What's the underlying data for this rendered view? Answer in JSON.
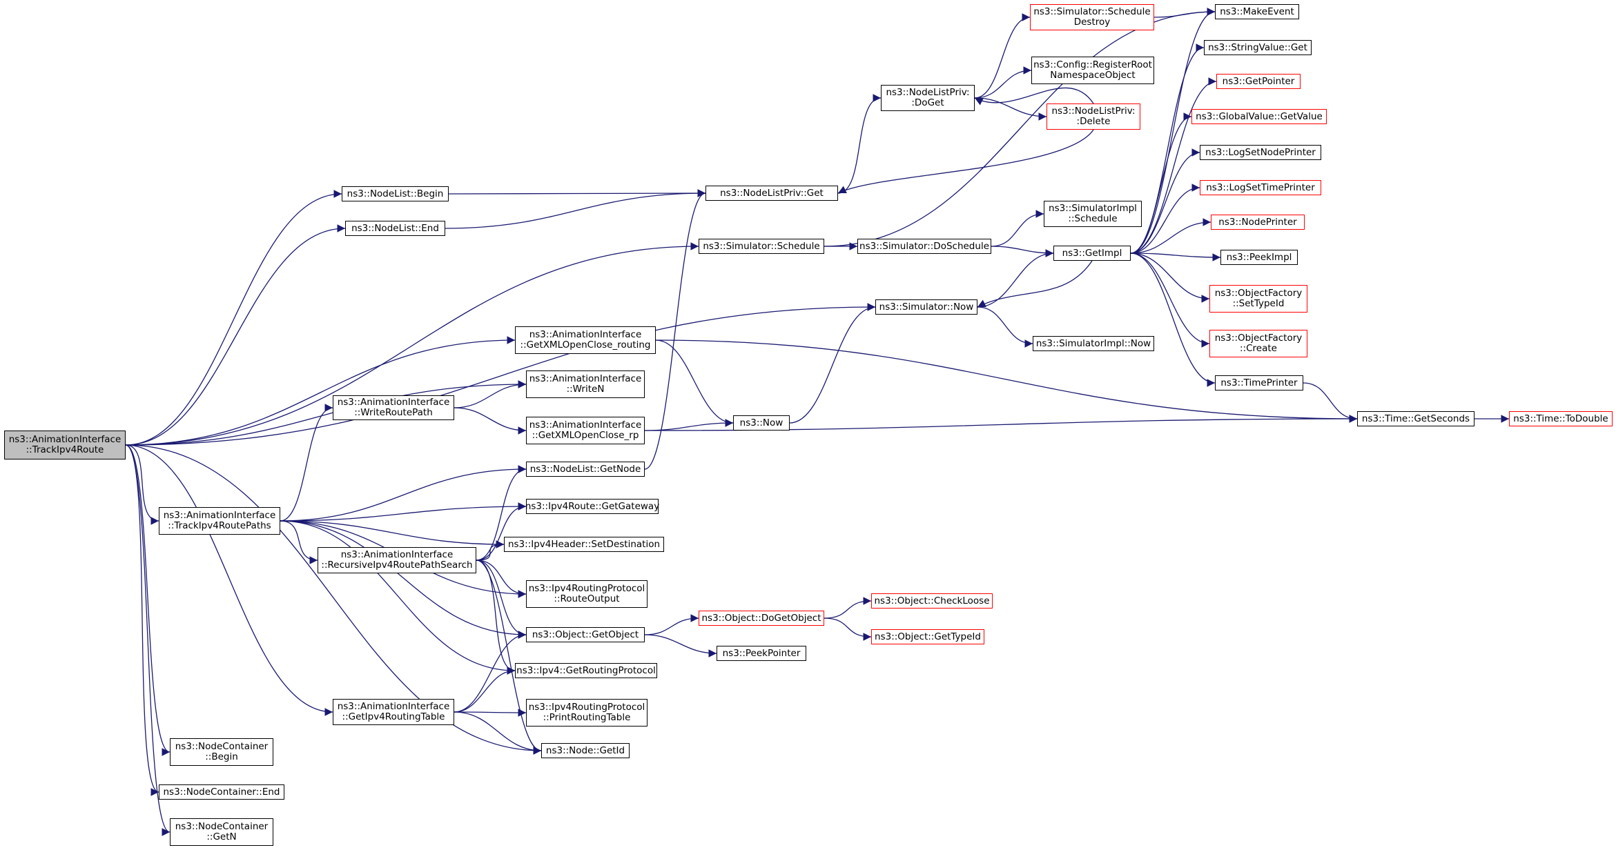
{
  "graph": {
    "edge_color": "#191970",
    "truncated_color": "#ff0000",
    "root_fill": "#bfbfbf",
    "nodes": [
      {
        "id": "root",
        "lines": [
          "ns3::AnimationInterface",
          "::TrackIpv4Route"
        ],
        "root": true
      },
      {
        "id": "nl_begin",
        "lines": [
          "ns3::NodeList::Begin"
        ]
      },
      {
        "id": "nl_end",
        "lines": [
          "ns3::NodeList::End"
        ]
      },
      {
        "id": "sim_schedule",
        "lines": [
          "ns3::Simulator::Schedule"
        ]
      },
      {
        "id": "sim_now",
        "lines": [
          "ns3::Simulator::Now"
        ]
      },
      {
        "id": "ai_xml_routing",
        "lines": [
          "ns3::AnimationInterface",
          "::GetXMLOpenClose_routing"
        ]
      },
      {
        "id": "ai_writen",
        "lines": [
          "ns3::AnimationInterface",
          "::WriteN"
        ]
      },
      {
        "id": "ai_writeroutepath",
        "lines": [
          "ns3::AnimationInterface",
          "::WriteRoutePath"
        ]
      },
      {
        "id": "ai_xml_rp",
        "lines": [
          "ns3::AnimationInterface",
          "::GetXMLOpenClose_rp"
        ]
      },
      {
        "id": "now",
        "lines": [
          "ns3::Now"
        ]
      },
      {
        "id": "nl_getnode",
        "lines": [
          "ns3::NodeList::GetNode"
        ]
      },
      {
        "id": "ai_trackpaths",
        "lines": [
          "ns3::AnimationInterface",
          "::TrackIpv4RoutePaths"
        ]
      },
      {
        "id": "ipv4route_gw",
        "lines": [
          "ns3::Ipv4Route::GetGateway"
        ]
      },
      {
        "id": "ipv4hdr_setdest",
        "lines": [
          "ns3::Ipv4Header::SetDestination"
        ]
      },
      {
        "id": "ai_recursive",
        "lines": [
          "ns3::AnimationInterface",
          "::RecursiveIpv4RoutePathSearch"
        ]
      },
      {
        "id": "rp_routeoutput",
        "lines": [
          "ns3::Ipv4RoutingProtocol",
          "::RouteOutput"
        ]
      },
      {
        "id": "obj_getobject",
        "lines": [
          "ns3::Object::GetObject"
        ]
      },
      {
        "id": "ipv4_getrp",
        "lines": [
          "ns3::Ipv4::GetRoutingProtocol"
        ]
      },
      {
        "id": "ai_getrt",
        "lines": [
          "ns3::AnimationInterface",
          "::GetIpv4RoutingTable"
        ]
      },
      {
        "id": "rp_printrt",
        "lines": [
          "ns3::Ipv4RoutingProtocol",
          "::PrintRoutingTable"
        ]
      },
      {
        "id": "node_getid",
        "lines": [
          "ns3::Node::GetId"
        ]
      },
      {
        "id": "nc_begin",
        "lines": [
          "ns3::NodeContainer",
          "::Begin"
        ]
      },
      {
        "id": "nc_end",
        "lines": [
          "ns3::NodeContainer::End"
        ]
      },
      {
        "id": "nc_getn",
        "lines": [
          "ns3::NodeContainer",
          "::GetN"
        ]
      },
      {
        "id": "nlp_get",
        "lines": [
          "ns3::NodeListPriv::Get"
        ]
      },
      {
        "id": "nlp_doget",
        "lines": [
          "ns3::NodeListPriv:",
          ":DoGet"
        ]
      },
      {
        "id": "sim_sched_destroy",
        "lines": [
          "ns3::Simulator::Schedule",
          "Destroy"
        ],
        "trunc": true
      },
      {
        "id": "cfg_register",
        "lines": [
          "ns3::Config::RegisterRoot",
          "NamespaceObject"
        ]
      },
      {
        "id": "nlp_delete",
        "lines": [
          "ns3::NodeListPriv:",
          ":Delete"
        ],
        "trunc": true
      },
      {
        "id": "sim_doschedule",
        "lines": [
          "ns3::Simulator::DoSchedule"
        ]
      },
      {
        "id": "simimpl_schedule",
        "lines": [
          "ns3::SimulatorImpl",
          "::Schedule"
        ]
      },
      {
        "id": "getimpl",
        "lines": [
          "ns3::GetImpl"
        ]
      },
      {
        "id": "simimpl_now",
        "lines": [
          "ns3::SimulatorImpl::Now"
        ]
      },
      {
        "id": "obj_dogetobject",
        "lines": [
          "ns3::Object::DoGetObject"
        ],
        "trunc": true
      },
      {
        "id": "peekpointer",
        "lines": [
          "ns3::PeekPointer"
        ]
      },
      {
        "id": "obj_checkloose",
        "lines": [
          "ns3::Object::CheckLoose"
        ],
        "trunc": true
      },
      {
        "id": "obj_gettypeid",
        "lines": [
          "ns3::Object::GetTypeId"
        ],
        "trunc": true
      },
      {
        "id": "makeevent",
        "lines": [
          "ns3::MakeEvent"
        ]
      },
      {
        "id": "stringvalue_get",
        "lines": [
          "ns3::StringValue::Get"
        ]
      },
      {
        "id": "getpointer",
        "lines": [
          "ns3::GetPointer"
        ],
        "trunc": true
      },
      {
        "id": "gv_getvalue",
        "lines": [
          "ns3::GlobalValue::GetValue"
        ],
        "trunc": true
      },
      {
        "id": "logsetnodeprinter",
        "lines": [
          "ns3::LogSetNodePrinter"
        ]
      },
      {
        "id": "logsettimeprinter",
        "lines": [
          "ns3::LogSetTimePrinter"
        ],
        "trunc": true
      },
      {
        "id": "nodeprinter",
        "lines": [
          "ns3::NodePrinter"
        ],
        "trunc": true
      },
      {
        "id": "peekimpl",
        "lines": [
          "ns3::PeekImpl"
        ]
      },
      {
        "id": "of_settypeid",
        "lines": [
          "ns3::ObjectFactory",
          "::SetTypeId"
        ],
        "trunc": true
      },
      {
        "id": "of_create",
        "lines": [
          "ns3::ObjectFactory",
          "::Create"
        ],
        "trunc": true
      },
      {
        "id": "timeprinter",
        "lines": [
          "ns3::TimePrinter"
        ]
      },
      {
        "id": "time_getseconds",
        "lines": [
          "ns3::Time::GetSeconds"
        ]
      },
      {
        "id": "time_todouble",
        "lines": [
          "ns3::Time::ToDouble"
        ],
        "trunc": true
      }
    ],
    "edges": [
      [
        "root",
        "nl_begin"
      ],
      [
        "root",
        "nl_end"
      ],
      [
        "root",
        "sim_schedule"
      ],
      [
        "root",
        "sim_now"
      ],
      [
        "root",
        "ai_xml_routing"
      ],
      [
        "root",
        "ai_writen"
      ],
      [
        "root",
        "ai_trackpaths"
      ],
      [
        "root",
        "ai_getrt"
      ],
      [
        "root",
        "node_getid"
      ],
      [
        "root",
        "nc_begin"
      ],
      [
        "root",
        "nc_end"
      ],
      [
        "root",
        "nc_getn"
      ],
      [
        "nl_begin",
        "nlp_get"
      ],
      [
        "nl_end",
        "nlp_get"
      ],
      [
        "nl_getnode",
        "nlp_get"
      ],
      [
        "nlp_get",
        "nlp_doget"
      ],
      [
        "nlp_doget",
        "sim_sched_destroy"
      ],
      [
        "nlp_doget",
        "cfg_register"
      ],
      [
        "nlp_doget",
        "nlp_delete"
      ],
      [
        "nlp_delete",
        "nlp_get"
      ],
      [
        "nlp_delete",
        "nlp_doget"
      ],
      [
        "sim_sched_destroy",
        "makeevent"
      ],
      [
        "sim_schedule",
        "makeevent"
      ],
      [
        "sim_schedule",
        "sim_doschedule"
      ],
      [
        "sim_doschedule",
        "simimpl_schedule"
      ],
      [
        "sim_doschedule",
        "getimpl"
      ],
      [
        "sim_now",
        "getimpl"
      ],
      [
        "sim_now",
        "simimpl_now"
      ],
      [
        "getimpl",
        "makeevent"
      ],
      [
        "getimpl",
        "stringvalue_get"
      ],
      [
        "getimpl",
        "getpointer"
      ],
      [
        "getimpl",
        "gv_getvalue"
      ],
      [
        "getimpl",
        "logsetnodeprinter"
      ],
      [
        "getimpl",
        "logsettimeprinter"
      ],
      [
        "getimpl",
        "nodeprinter"
      ],
      [
        "getimpl",
        "peekimpl"
      ],
      [
        "getimpl",
        "of_settypeid"
      ],
      [
        "getimpl",
        "of_create"
      ],
      [
        "getimpl",
        "timeprinter"
      ],
      [
        "getimpl",
        "sim_now"
      ],
      [
        "timeprinter",
        "time_getseconds"
      ],
      [
        "time_getseconds",
        "time_todouble"
      ],
      [
        "ai_xml_routing",
        "now"
      ],
      [
        "ai_xml_routing",
        "time_getseconds"
      ],
      [
        "ai_xml_rp",
        "now"
      ],
      [
        "ai_xml_rp",
        "time_getseconds"
      ],
      [
        "now",
        "sim_now"
      ],
      [
        "ai_writeroutepath",
        "ai_writen"
      ],
      [
        "ai_writeroutepath",
        "ai_xml_rp"
      ],
      [
        "ai_trackpaths",
        "ai_writeroutepath"
      ],
      [
        "ai_trackpaths",
        "nl_getnode"
      ],
      [
        "ai_trackpaths",
        "ipv4route_gw"
      ],
      [
        "ai_trackpaths",
        "ipv4hdr_setdest"
      ],
      [
        "ai_trackpaths",
        "ai_recursive"
      ],
      [
        "ai_trackpaths",
        "rp_routeoutput"
      ],
      [
        "ai_trackpaths",
        "obj_getobject"
      ],
      [
        "ai_trackpaths",
        "ipv4_getrp"
      ],
      [
        "ai_recursive",
        "nl_getnode"
      ],
      [
        "ai_recursive",
        "ipv4route_gw"
      ],
      [
        "ai_recursive",
        "ipv4hdr_setdest"
      ],
      [
        "ai_recursive",
        "rp_routeoutput"
      ],
      [
        "ai_recursive",
        "obj_getobject"
      ],
      [
        "ai_recursive",
        "ipv4_getrp"
      ],
      [
        "ai_recursive",
        "node_getid"
      ],
      [
        "ai_getrt",
        "obj_getobject"
      ],
      [
        "ai_getrt",
        "ipv4_getrp"
      ],
      [
        "ai_getrt",
        "rp_printrt"
      ],
      [
        "ai_getrt",
        "node_getid"
      ],
      [
        "obj_getobject",
        "obj_dogetobject"
      ],
      [
        "obj_getobject",
        "peekpointer"
      ],
      [
        "obj_dogetobject",
        "obj_checkloose"
      ],
      [
        "obj_dogetobject",
        "obj_gettypeid"
      ]
    ]
  }
}
